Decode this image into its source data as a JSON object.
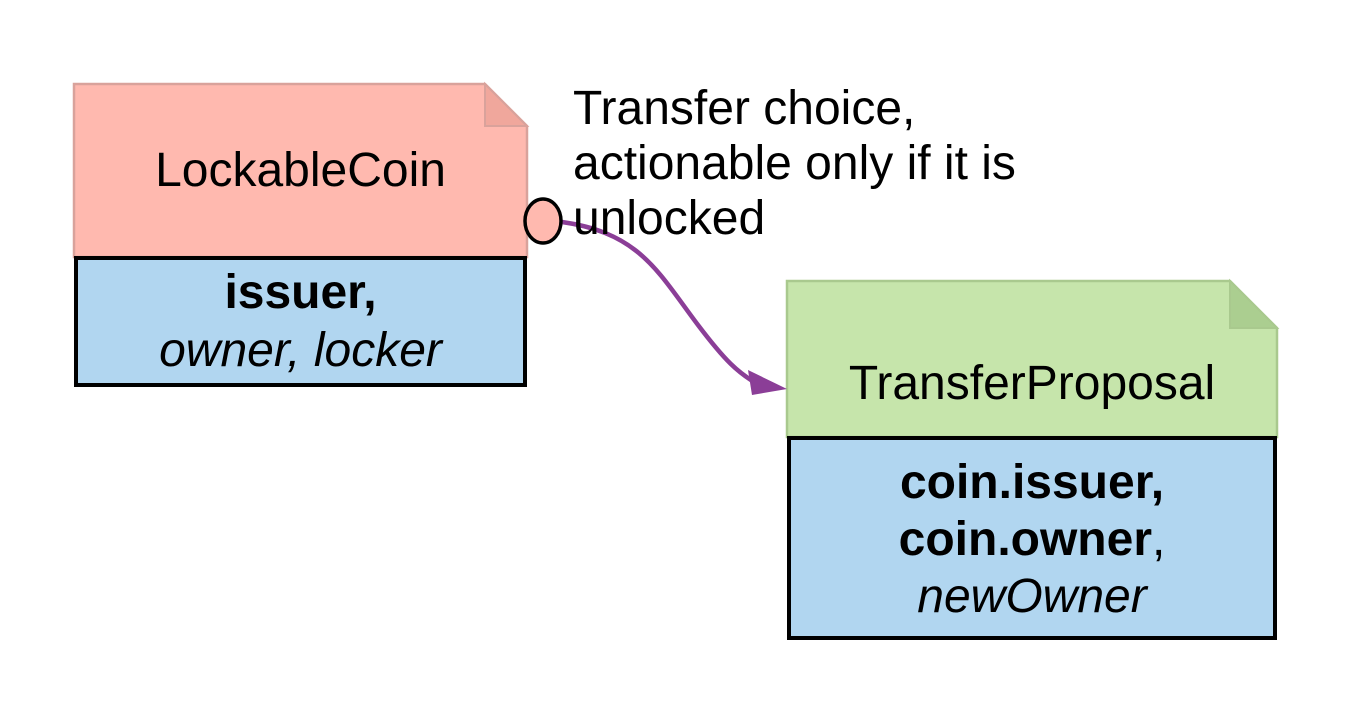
{
  "diagram": {
    "annotation": {
      "line1": "Transfer choice,",
      "line2": "actionable only if it is",
      "line3": "unlocked"
    },
    "nodes": [
      {
        "id": "lockable-coin",
        "title": "LockableCoin",
        "header_color": "#ffb9af",
        "fold_color": "#f0a79c",
        "header_border_color": "#d9a29b",
        "body_color": "#b1d6f0",
        "body_border_color": "#000000",
        "fields": {
          "signatory_bold": "issuer,",
          "observers_italic": "owner, locker"
        }
      },
      {
        "id": "transfer-proposal",
        "title": "TransferProposal",
        "header_color": "#c6e5ab",
        "fold_color": "#abce90",
        "header_border_color": "#a9c98e",
        "body_color": "#b1d6f0",
        "body_border_color": "#000000",
        "fields": {
          "line1_bold": "coin.issuer,",
          "line2_bold": "coin.owner",
          "line2_suffix": ",",
          "line3_italic": "newOwner"
        }
      }
    ],
    "connector": {
      "kind": "choice-arrow",
      "color": "#8b3e97",
      "circle_fill": "#ffb9af",
      "circle_stroke": "#000000"
    }
  }
}
